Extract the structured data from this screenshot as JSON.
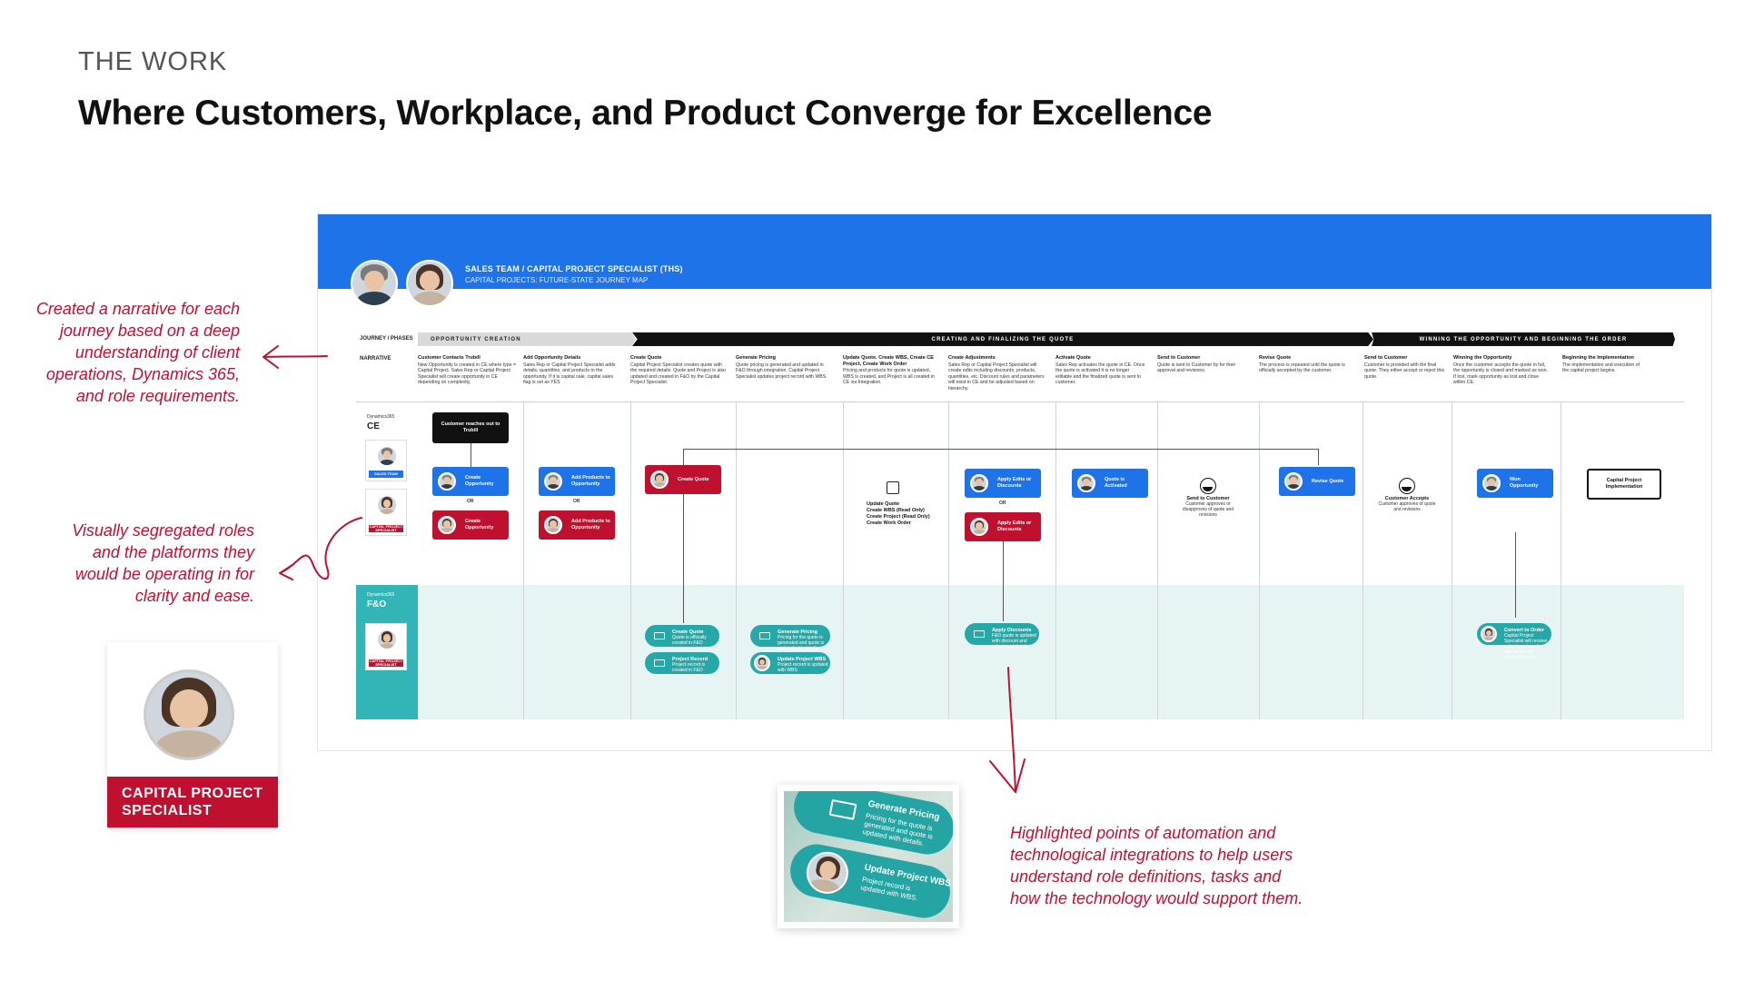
{
  "header": {
    "eyebrow": "THE WORK",
    "title": "Where Customers, Workplace, and Product Converge for Excellence"
  },
  "notes": {
    "narrative": "Created a narrative for each journey based on a deep understanding of client operations, Dynamics 365, and role requirements.",
    "roles": "Visually segregated roles and the platforms they would be operating in for clarity and ease.",
    "automation": "Highlighted points of automation and technological integrations to help users understand role definitions, tasks and how the technology would support them."
  },
  "role_badge": {
    "label": "CAPITAL PROJECT SPECIALIST"
  },
  "board": {
    "team": "SALES TEAM / CAPITAL PROJECT SPECIALIST (THS)",
    "subtitle": "CAPITAL PROJECTS: FUTURE-STATE JOURNEY MAP",
    "row_labels": {
      "journey": "JOURNEY / PHASES",
      "narrative": "NARRATIVE"
    },
    "phases": [
      "OPPORTUNITY CREATION",
      "CREATING AND FINALIZING THE QUOTE",
      "WINNING THE OPPORTUNITY AND BEGINNING THE ORDER"
    ],
    "narratives": [
      {
        "title": "Customer Contacts Trubill",
        "text": "New Opportunity is created in CE where type = Capital Project. Sales Rep or Capital Project Specialist will create opportunity in CE depending on complexity."
      },
      {
        "title": "Add Opportunity Details",
        "text": "Sales Rep or Capital Project Specialist adds details, quantities, and products to the opportunity. If it is capital sale, capital sales flag is set as YES"
      },
      {
        "title": "Create Quote",
        "text": "Capital Project Specialist creates quote with the required details. Quote and Project is also updated and created in F&O by the Capital Project Specialist."
      },
      {
        "title": "Generate Pricing",
        "text": "Quote pricing is generated and updated in F&O through integration. Capital Project Specialist updates project record with WBS."
      },
      {
        "title": "Update Quote, Create WBS, Create CE Project, Create Work Order",
        "text": "Pricing and products for quote is updated, WBS is created, and Project is all created in CE via Integration."
      },
      {
        "title": "Create Adjustments",
        "text": "Sales Rep or Capital Project Specialist will create edits including discounts, products, quantities, etc. Discount rules and parameters will exist in CE and be adjusted based on hierarchy."
      },
      {
        "title": "Activate Quote",
        "text": "Sales Rep activates the quote in CE. Once the quote is activated it is no longer editable and the finalized quote is sent to customer."
      },
      {
        "title": "Send to Customer",
        "text": "Quote is sent to Customer by for their approval and revisions."
      },
      {
        "title": "Revise Quote",
        "text": "The process is repeated until the quote is officially accepted by the customer."
      },
      {
        "title": "Send to Customer",
        "text": "Customer is provided with the final quote. They either accept or reject this quote."
      },
      {
        "title": "Winning the Opportunity",
        "text": "Once the customer accepts the quote in full, the opportunity is closed and marked as won. If lost, mark opportunity as lost and close within CE."
      },
      {
        "title": "Beginning the Implementation",
        "text": "The implementation and execution of the capital project begins."
      }
    ],
    "lanes": {
      "ce": {
        "platform": "Dynamics365",
        "name": "CE",
        "role_sales": "SALES TEAM",
        "role_cps": "CAPITAL PROJECT SPECIALIST"
      },
      "fo": {
        "platform": "Dynamics365",
        "name": "F&O",
        "role_cps": "CAPITAL PROJECT SPECIALIST"
      }
    },
    "ce_cards": {
      "customer_reaches": "Customer reaches out to Trubill",
      "create_opp_1": "Create Opportunity",
      "create_opp_2": "Create Opportunity",
      "add_products_1": "Add Products to Opportunity",
      "add_products_2": "Add Products to Opportunity",
      "create_quote": "Create Quote",
      "apply_edits_1": "Apply Edits or Discounts",
      "apply_edits_2": "Apply Edits or Discounts",
      "quote_activated": "Quote is Activated",
      "revise_quote": "Revise Quote",
      "won_opp": "Won Opportunity",
      "cp_impl": "Capital Project Implementation",
      "or": "OR"
    },
    "wbs_list": [
      "Update Quote",
      "Create WBS (Read Only)",
      "Create Project (Read Only)",
      "Create Work Order"
    ],
    "personas": {
      "send_to_customer": {
        "title": "Send to Customer",
        "text": "Customer approves or disapproves of quote and revisions"
      },
      "customer_accepts": {
        "title": "Customer Accepts",
        "text": "Customer approves of quote and revisions"
      }
    },
    "fo_pills": {
      "create_quote": {
        "title": "Create Quote",
        "text": "Quote is officially created in F&O"
      },
      "project_record": {
        "title": "Project Record",
        "text": "Project record is created in F&O"
      },
      "generate_pricing": {
        "title": "Generate Pricing",
        "text": "Pricing for the quote is generated and quote is updated with details"
      },
      "update_wbs": {
        "title": "Update Project WBS",
        "text": "Project record is updated with WBS"
      },
      "apply_discounts": {
        "title": "Apply Discounts",
        "text": "F&O quote is updated with discount and adjustment details"
      },
      "convert_order": {
        "title": "Convert to Order",
        "text": "Capital Project Specialist will receive order from launcher and create the order/ordinance"
      }
    }
  },
  "zoom_preview": {
    "pill1": {
      "title": "Generate Pricing",
      "text": "Pricing for the quote is generated and quote is updated with details."
    },
    "pill2": {
      "title": "Update Project WBS",
      "text": "Project record is updated with WBS."
    }
  },
  "colors": {
    "brand_blue": "#1f73e8",
    "accent_red": "#c0102f",
    "teal": "#33b5b7"
  }
}
